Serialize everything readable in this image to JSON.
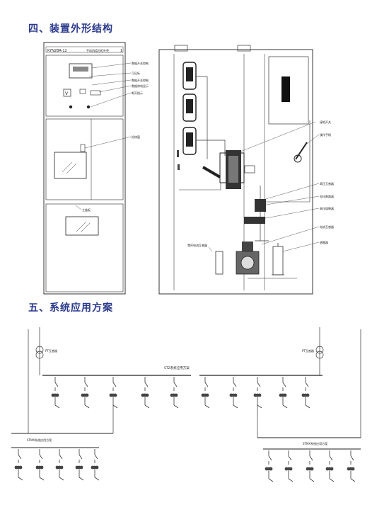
{
  "section4": {
    "title": "四、装置外形结构"
  },
  "section5": {
    "title": "五、系统应用方案"
  },
  "front_panel": {
    "model": "KYN28A-12",
    "subtitle": "手动机组方柜外壳",
    "index": "1",
    "callouts": [
      "数据开关控制",
      "可见标",
      "数据开关控制",
      "数据带电显示",
      "断开指示",
      "检修窗",
      "主盖板"
    ]
  },
  "side_panel": {
    "callouts": [
      "接地开关",
      "操作手柄",
      "高压互感器",
      "电压断路器",
      "高压熔断器",
      "电流互感器",
      "零序电流互感器",
      "避雷器"
    ]
  },
  "diagram": {
    "pt_left": "PT互感器",
    "pt_right": "PT互感器",
    "main_bus": "STZ系统应用方案",
    "left_bus": "STMX系统应用方案",
    "right_bus": "STMX系统应用方案"
  }
}
